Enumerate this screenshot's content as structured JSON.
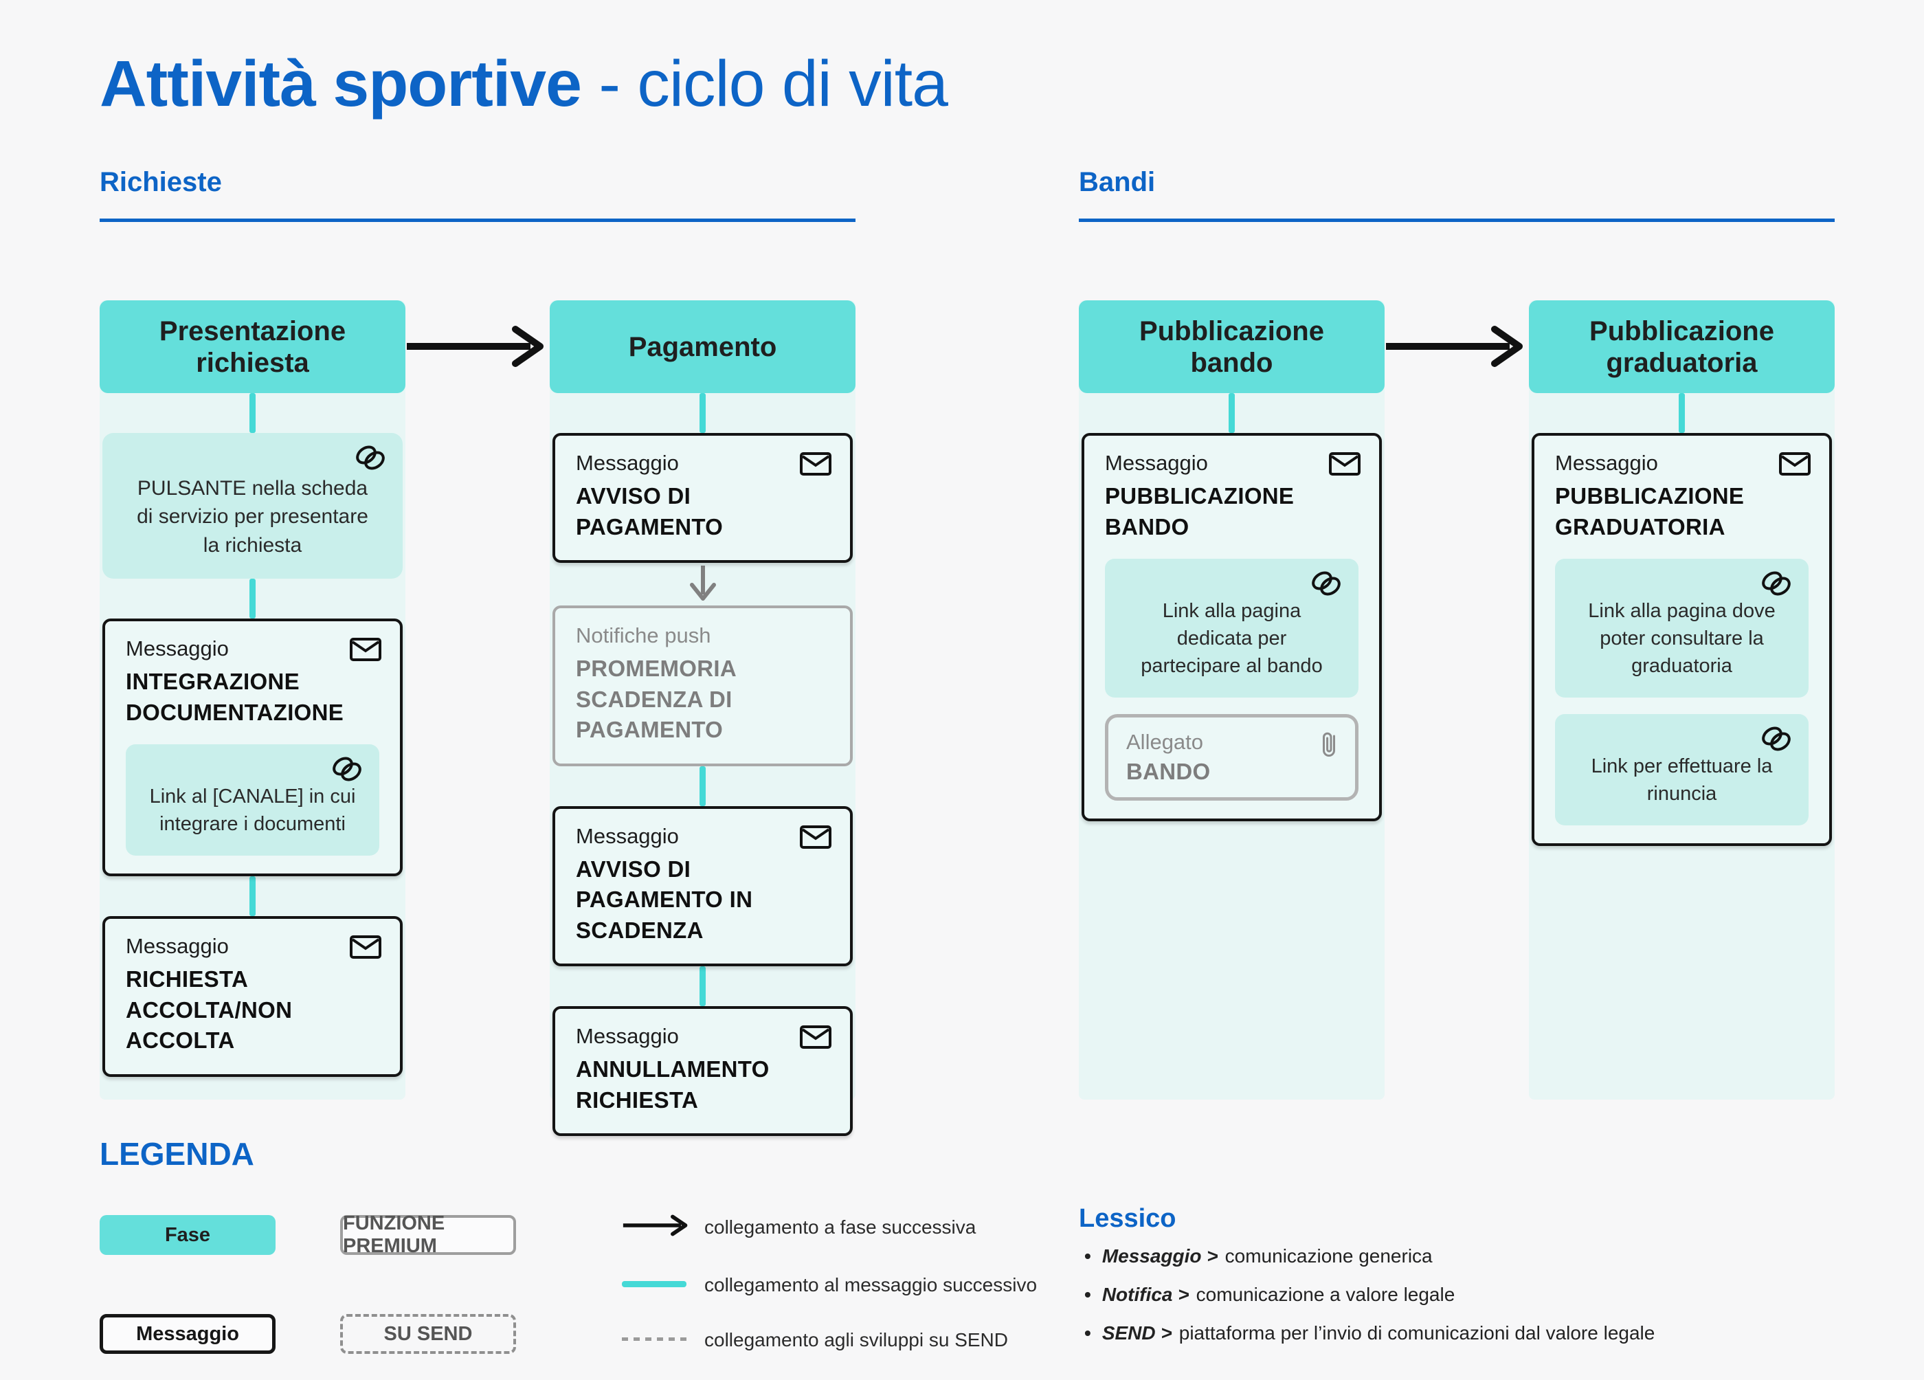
{
  "title": {
    "bold": "Attività sportive",
    "light": "- ciclo di vita"
  },
  "sections": {
    "richieste": "Richieste",
    "bandi": "Bandi"
  },
  "flow": {
    "presentazione": {
      "phase": "Presentazione richiesta",
      "pulsante": "PULSANTE nella scheda di servizio per presentare la richiesta",
      "msg_integrazione": {
        "label": "Messaggio",
        "title": "INTEGRAZIONE DOCUMENTAZIONE",
        "link": "Link al [CANALE] in cui integrare i documenti"
      },
      "msg_esito": {
        "label": "Messaggio",
        "title": "RICHIESTA ACCOLTA/NON ACCOLTA"
      }
    },
    "pagamento": {
      "phase": "Pagamento",
      "msg_avviso": {
        "label": "Messaggio",
        "title": "AVVISO DI PAGAMENTO"
      },
      "push_promemoria": {
        "label": "Notifiche push",
        "title": "PROMEMORIA SCADENZA DI PAGAMENTO"
      },
      "msg_avviso_scadenza": {
        "label": "Messaggio",
        "title": "AVVISO DI PAGAMENTO IN SCADENZA"
      },
      "msg_annullamento": {
        "label": "Messaggio",
        "title": "ANNULLAMENTO RICHIESTA"
      }
    },
    "bando": {
      "phase": "Pubblicazione bando",
      "msg_pubblicazione": {
        "label": "Messaggio",
        "title": "PUBBLICAZIONE BANDO",
        "link": "Link alla pagina dedicata per partecipare al bando",
        "allegato_label": "Allegato",
        "allegato_title": "BANDO"
      }
    },
    "graduatoria": {
      "phase": "Pubblicazione graduatoria",
      "msg_pubblicazione": {
        "label": "Messaggio",
        "title": "PUBBLICAZIONE GRADUATORIA",
        "link_consulta": "Link alla pagina dove poter consultare la graduatoria",
        "link_rinuncia": "Link per effettuare la rinuncia"
      }
    }
  },
  "legend": {
    "heading": "LEGENDA",
    "fase": "Fase",
    "funzione_premium": "FUNZIONE PREMIUM",
    "messaggio": "Messaggio",
    "su_send": "SU SEND",
    "arrow_fase": "collegamento a fase successiva",
    "line_messaggio": "collegamento al messaggio successivo",
    "line_send": "collegamento agli sviluppi su SEND"
  },
  "lessico": {
    "heading": "Lessico",
    "items": [
      {
        "term": "Messaggio >",
        "desc": "comunicazione generica"
      },
      {
        "term": "Notifica >",
        "desc": "comunicazione a valore legale"
      },
      {
        "term": "SEND >",
        "desc": "piattaforma per l’invio di comunicazioni dal valore legale"
      }
    ]
  },
  "icons": {
    "message": "envelope",
    "link": "chain-links",
    "attachment": "paperclip",
    "next_phase": "arrow-right",
    "send_development": "arrow-down"
  },
  "colors": {
    "accent_blue": "#0d64c6",
    "phase_teal": "#64dfdb",
    "column_bg": "#e8f6f5",
    "link_box_bg": "#c9efeb",
    "connector_teal": "#45d9d6",
    "gray_border": "#a9a9a9",
    "gray_text": "#7d7d7d",
    "arrow_black": "#111111",
    "page_bg": "#f7f7f8"
  }
}
